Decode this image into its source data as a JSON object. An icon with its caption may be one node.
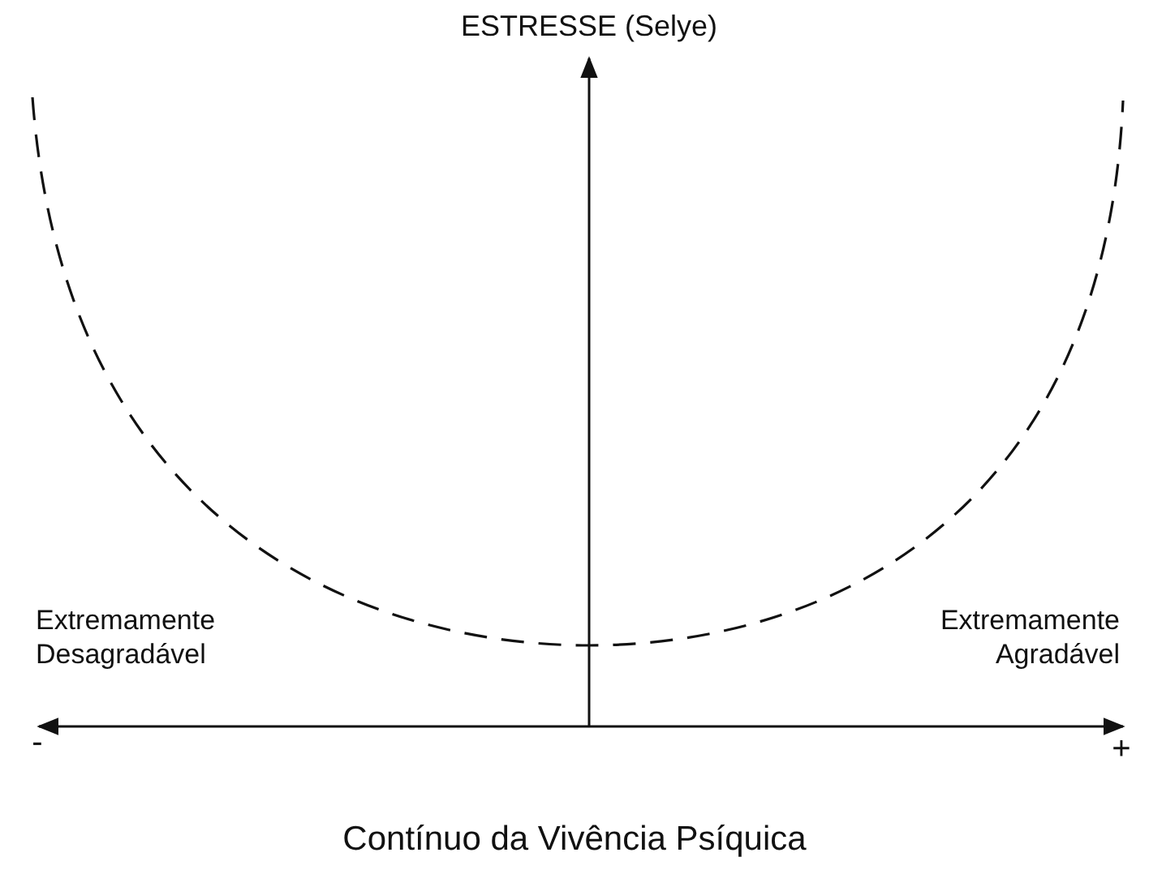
{
  "diagram": {
    "title": "ESTRESSE (Selye)",
    "labels": [
      "Extremamente Desagradável",
      "Extremamente Agradável",
      "-",
      "+",
      "Contínuo da Vivência Psíquica"
    ]
  }
}
